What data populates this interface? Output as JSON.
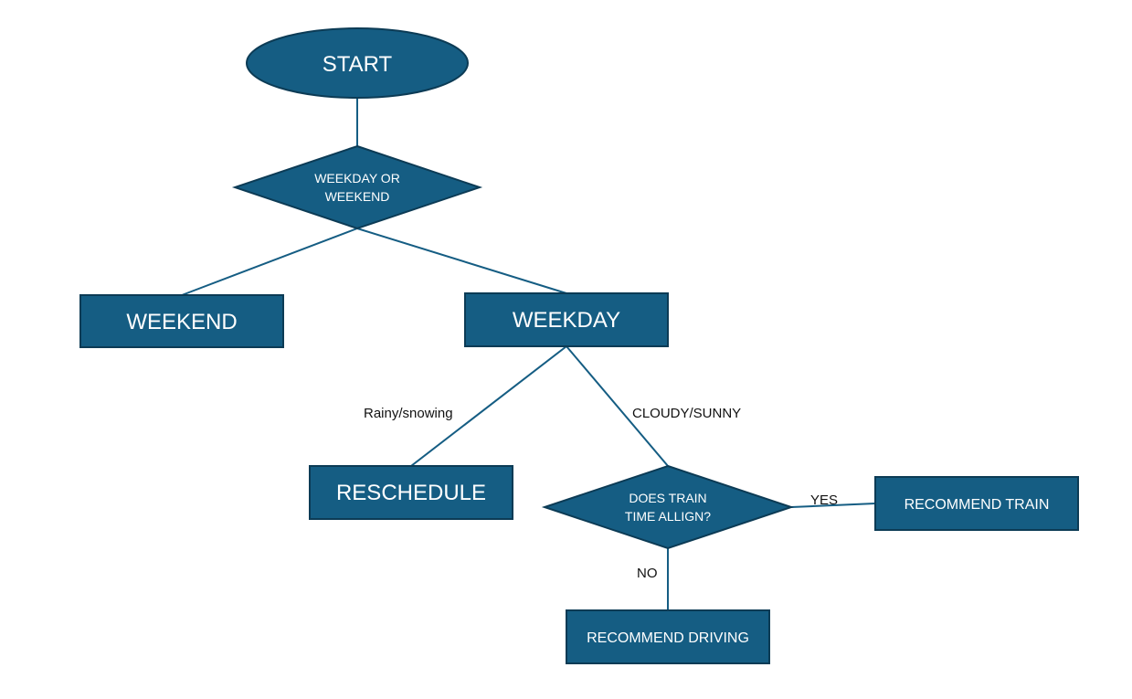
{
  "flowchart": {
    "nodes": {
      "start": "START",
      "decision_day": [
        "WEEKDAY OR",
        "WEEKEND"
      ],
      "weekend": "WEEKEND",
      "weekday": "WEEKDAY",
      "reschedule": "RESCHEDULE",
      "decision_train": [
        "DOES TRAIN",
        "TIME ALLIGN?"
      ],
      "recommend_train": "RECOMMEND TRAIN",
      "recommend_driving": "RECOMMEND DRIVING"
    },
    "edge_labels": {
      "rainy": "Rainy/snowing",
      "cloudy": "CLOUDY/SUNNY",
      "yes": "YES",
      "no": "NO"
    }
  },
  "colors": {
    "node_fill": "#155d83",
    "node_border": "#0c3b55",
    "connector": "#155d83",
    "node_text": "#ffffff",
    "edge_text": "#111111"
  }
}
